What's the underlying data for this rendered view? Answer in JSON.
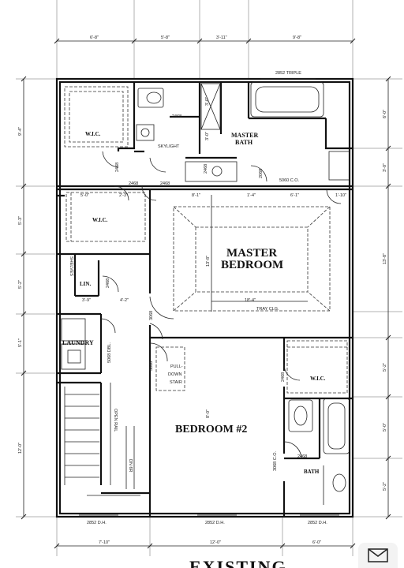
{
  "rooms": {
    "wic_top": "W.I.C.",
    "wic_mid": "W.I.C.",
    "master_bath_1": "MASTER",
    "master_bath_2": "BATH",
    "master_bedroom_1": "MASTER",
    "master_bedroom_2": "BEDROOM",
    "lin": "LIN.",
    "laundry": "LAUNDRY",
    "bedroom2": "BEDROOM #2",
    "wic_right": "W.I.C.",
    "bath": "BATH"
  },
  "notes": {
    "skylight": "SKYLIGHT",
    "shelves": "SHELVES",
    "tray_clg": "TRAY CLG.",
    "triple_window": "2852 TRIPLE",
    "pull_down_1": "PULL-",
    "pull_down_2": "DOWN",
    "pull_down_3": "STAIR",
    "open_rail": "OPEN RAIL",
    "dn": "DN 6R",
    "closet_co": "5060 C.O.",
    "bath_co": "3068 C.O.",
    "laundry_dbl": "5068 DBL."
  },
  "dims_top": [
    "6'-8\"",
    "5'-8\"",
    "3'-11\"",
    "9'-8\""
  ],
  "dims_bottom": [
    "7'-10\"",
    "12'-0\"",
    "6'-0\""
  ],
  "dims_left": [
    "9'-4\"",
    "5'-3\"",
    "5'-2\"",
    "5'-1\"",
    "12'-0\""
  ],
  "dims_right": [
    "6'-0\"",
    "3'-0\"",
    "13'-8\"",
    "5'-2\"",
    "5'-0\"",
    "5'-2\""
  ],
  "dims_inner": {
    "wic_w": "5'-0\"",
    "hall_w": "2'-3\"",
    "bed_w": "8'-1\"",
    "seg1": "1'-4\"",
    "seg2": "6'-1\"",
    "seg3": "1'-10\"",
    "lin_w": "3'-9\"",
    "hall2_w": "4'-2\"",
    "tray_w": "18'-4\"",
    "tray_h": "13'-8\"",
    "bed2_h": "8'-0\"",
    "bath_v": "3'-0\"",
    "bath_v2": "3'-0\""
  },
  "doors": {
    "d1": "2468",
    "d2": "2468",
    "d3": "2468",
    "d4": "2468",
    "d5": "2068",
    "d6": "2468",
    "d7": "3068",
    "d8": "3068",
    "d9": "2468",
    "d10": "2468",
    "d11": "2468"
  },
  "windows": {
    "w1": "2852 D.H.",
    "w2": "2852 D.H.",
    "w3": "2852 D.H."
  },
  "footer": {
    "partial_title": "EXISTING"
  }
}
